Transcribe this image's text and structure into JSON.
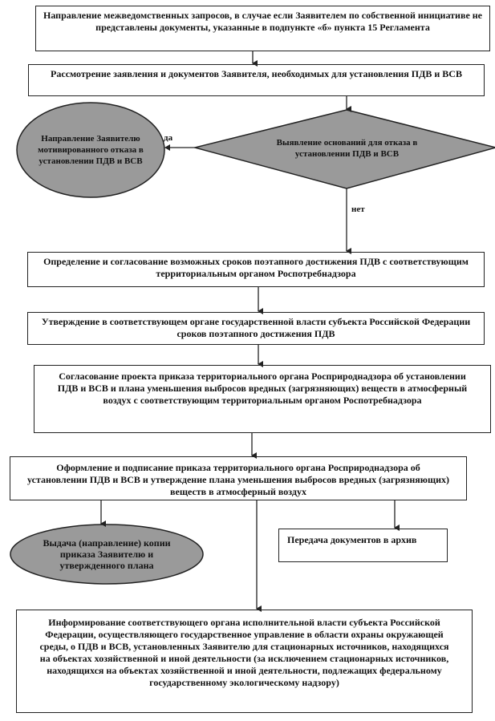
{
  "steps": {
    "interagency_requests": "Направление межведомственных запросов, в случае если Заявителем по собственной инициативе не представлены документы, указанные в подпункте «б» пункта 15 Регламента",
    "review": "Рассмотрение заявления и документов Заявителя, необходимых для установления ПДВ и ВСВ",
    "decision": "Выявление оснований для отказа в установлении ПДВ и ВСВ",
    "refusal": "Направление Заявителю мотивированного отказа в установлении ПДВ и ВСВ",
    "deadlines": "Определение и согласование возможных сроков поэтапного достижения ПДВ с соответствующим территориальным органом Роспотребнадзора",
    "approval": "Утверждение в соответствующем органе государственной власти субъекта Российской Федерации сроков поэтапного достижения ПДВ",
    "draft_agreement": "Согласование проекта приказа территориального органа Росприроднадзора об установлении ПДВ и ВСВ и плана уменьшения выбросов вредных (загрязняющих) веществ в атмосферный воздух с соответствующим территориальным органом Роспотребнадзора",
    "signing": "Оформление и подписание приказа территориального органа Росприроднадзора об установлении ПДВ и ВСВ и утверждение плана уменьшения выбросов вредных (загрязняющих) веществ в атмосферный воздух",
    "issue_copy": "Выдача (направление) копии приказа Заявителю и утвержденного плана",
    "archive": "Передача документов в архив",
    "inform": "Информирование соответствующего органа исполнительной власти субъекта Российской Федерации, осуществляющего государственное управление в области охраны окружающей среды, о ПДВ и ВСВ, установленных Заявителю для стационарных источников, находящихся на объектах хозяйственной и иной деятельности (за исключением стационарных источников, находящихся на объектах хозяйственной и иной деятельности, подлежащих федеральному государственному экологическому надзору)"
  },
  "labels": {
    "yes": "да",
    "no": "нет"
  },
  "colors": {
    "shape_fill": "#9a9a9a",
    "line": "#222222"
  }
}
